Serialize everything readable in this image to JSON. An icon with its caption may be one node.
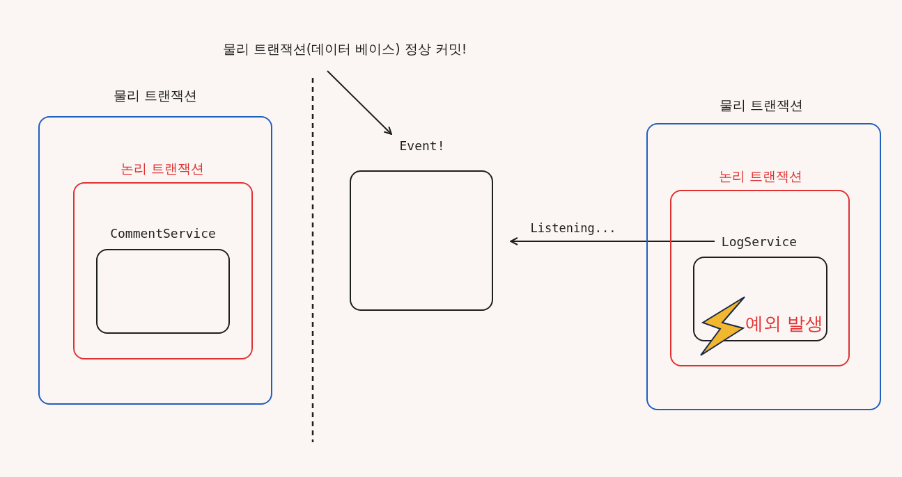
{
  "diagram": {
    "nodes": [
      {
        "text": [
          "물리 트랜잭션"
        ]
      },
      {
        "text": [
          "논리 트랜잭션"
        ],
        "in": 0
      },
      {
        "text": [
          "CommentService"
        ],
        "in": 1
      },
      {
        "text": [
          "물리 트랜잭션(데이터 베이스) 정상 커밋!"
        ]
      },
      {
        "text": [
          "Event!"
        ]
      },
      {
        "text": [
          "물리 트랜잭션"
        ]
      },
      {
        "text": [
          "논리 트랜잭션"
        ],
        "in": 5
      },
      {
        "text": [
          "LogService",
          "예외 발생"
        ],
        "in": 6
      }
    ],
    "edges": [
      {
        "from": 3,
        "to": 4,
        "arrow": "to"
      },
      {
        "from": 7,
        "to": 4,
        "arrow": "to",
        "label": "Listening..."
      }
    ]
  }
}
